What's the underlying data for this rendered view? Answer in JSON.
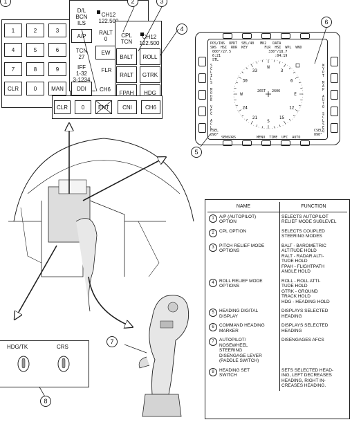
{
  "ufc": {
    "keypad": [
      "1",
      "2",
      "3",
      "4",
      "5",
      "6",
      "7",
      "8",
      "9",
      "CLR",
      "0",
      "MAN"
    ],
    "options": [
      {
        "id": "dl",
        "label": "D/L\nBCN\nILS"
      },
      {
        "id": "ch12a",
        "label": "CH12\n122.500"
      },
      {
        "id": "ap",
        "label": "A/P"
      },
      {
        "id": "ralt0",
        "label": "RALT\n0"
      },
      {
        "id": "tcn27",
        "label": "TCN\n27"
      },
      {
        "id": "ew",
        "label": "EW"
      },
      {
        "id": "iff",
        "label": "IFF\n1-32\n3-1234"
      },
      {
        "id": "ddi",
        "label": "DDI"
      },
      {
        "id": "ch6a",
        "label": "CH6"
      },
      {
        "id": "fl",
        "label": "FLR"
      }
    ],
    "right_panel": [
      {
        "id": "cpl",
        "label": "CPL\nTCN"
      },
      {
        "id": "ch12b",
        "label": "CH12\n122.500"
      },
      {
        "id": "balt",
        "label": "BALT"
      },
      {
        "id": "roll",
        "label": "ROLL"
      },
      {
        "id": "ralt",
        "label": "RALT"
      },
      {
        "id": "gtrk",
        "label": "GTRK"
      },
      {
        "id": "fpah",
        "label": "FPAH"
      },
      {
        "id": "hdg",
        "label": "HDG"
      }
    ],
    "bottom_row": [
      "CLR",
      "0",
      "ENT",
      "CNI",
      "CH6"
    ]
  },
  "mfd": {
    "top_left": "POS/INS  UPDT  SEL/40   MK2   DATA\nSWS  HSI  RDR  KEY        FLR  HSI  WPL  WND\n 000°/27.5                  330°/18.7\n 6:21                          :04:19\n STL",
    "left_vertical": [
      "S",
      "C",
      "L",
      "I",
      "L",
      "S",
      "",
      "M",
      "O",
      "D",
      "E",
      "",
      "V",
      "E",
      "C",
      "",
      "A",
      "C",
      "L"
    ],
    "right_vertical": [
      "W",
      "Y",
      "P",
      "T",
      "",
      "M",
      "A",
      "P",
      "",
      "A",
      "U",
      "T",
      "O",
      "",
      "S",
      "C",
      "L",
      "S",
      "E",
      "Q"
    ],
    "compass": [
      "N",
      "3",
      "6",
      "E",
      "12",
      "15",
      "S",
      "21",
      "24",
      "W",
      "30",
      "33"
    ],
    "center_readout": "265T   2606",
    "hsel": "HSEL\n090°",
    "csel": "CSEL\n090°",
    "bottom": "SENSORS          MENU  TIME  UFC  AUTO"
  },
  "switches": {
    "hdg_tk": "HDG/TK",
    "crs": "CRS"
  },
  "callouts": [
    "1",
    "2",
    "3",
    "4",
    "5",
    "6",
    "7",
    "8"
  ],
  "legend": {
    "header_name": "NAME",
    "header_function": "FUNCTION",
    "rows": [
      {
        "n": "1",
        "name": "A/P (AUTOPILOT)\nOPTION",
        "func": "SELECTS AUTOPILOT\nRELIEF MODE SUBLEVEL"
      },
      {
        "n": "2",
        "name": "CPL OPTION",
        "func": "SELECTS COUPLED\nSTEERING MODES"
      },
      {
        "n": "3",
        "name": "PITCH RELIEF MODE\nOPTIONS",
        "func": "BALT - BAROMETRIC\nALTITUDE HOLD\nRALT - RADAR ALTI-\nTUDE HOLD\nFPAH - FLIGHTPATH\nANGLE HOLD"
      },
      {
        "n": "4",
        "name": "ROLL RELIEF MODE\nOPTIONS",
        "func": "ROLL - ROLL ATTI-\nTUDE HOLD\nGTRK - GROUND\nTRACK HOLD\nHDG - HEADING HOLD"
      },
      {
        "n": "5",
        "name": "HEADING DIGITAL\nDISPLAY",
        "func": "DISPLAYS SELECTED\nHEADING"
      },
      {
        "n": "6",
        "name": "COMMAND HEADING\nMARKER",
        "func": "DISPLAYS SELECTED\nHEADING"
      },
      {
        "n": "7",
        "name": "AUTOPILOT/\nNOSEWHEEL\nSTEERING\nDISENGAGE LEVER\n(PADDLE SWITCH)",
        "func": "DISENGAGES AFCS"
      },
      {
        "n": "8",
        "name": "HEADING SET\nSWITCH",
        "func": "SETS SELECTED HEAD-\nING, LEFT DECREASES\nHEADING, RIGHT IN-\nCREASES HEADING."
      }
    ]
  }
}
